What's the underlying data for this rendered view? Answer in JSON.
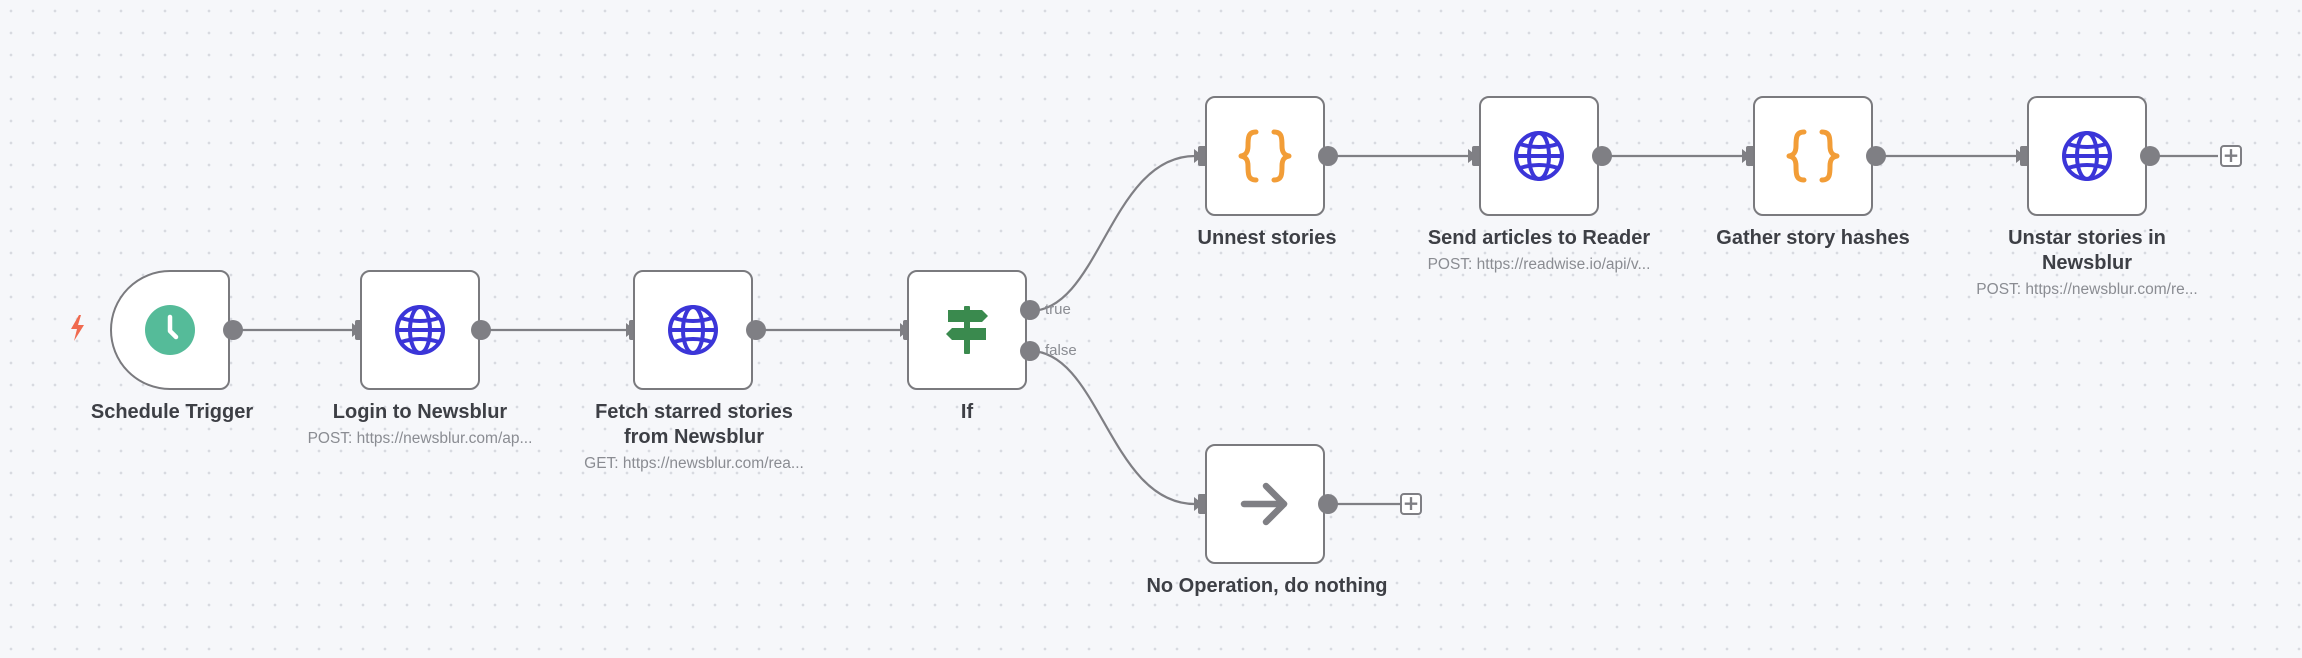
{
  "nodes": {
    "schedule": {
      "title": "Schedule Trigger",
      "icon": "clock-icon",
      "color": "#55bb99"
    },
    "login": {
      "title": "Login to Newsblur",
      "subtitle": "POST: https://newsblur.com/ap...",
      "icon": "globe-icon",
      "color": "#3b35d8"
    },
    "fetch": {
      "title_line1": "Fetch starred stories",
      "title_line2": "from Newsblur",
      "subtitle": "GET: https://newsblur.com/rea...",
      "icon": "globe-icon",
      "color": "#3b35d8"
    },
    "if": {
      "title": "If",
      "icon": "signpost-icon",
      "color": "#3a8a4e",
      "true_label": "true",
      "false_label": "false"
    },
    "unnest": {
      "title": "Unnest stories",
      "icon": "braces-icon",
      "color": "#f29d37"
    },
    "send": {
      "title": "Send articles to Reader",
      "subtitle": "POST: https://readwise.io/api/v...",
      "icon": "globe-icon",
      "color": "#3b35d8"
    },
    "gather": {
      "title": "Gather story hashes",
      "icon": "braces-icon",
      "color": "#f29d37"
    },
    "unstar": {
      "title_line1": "Unstar stories in",
      "title_line2": "Newsblur",
      "subtitle": "POST: https://newsblur.com/re...",
      "icon": "globe-icon",
      "color": "#3b35d8"
    },
    "noop": {
      "title": "No Operation, do nothing",
      "icon": "arrow-right-icon",
      "color": "#7f7f84"
    }
  },
  "colors": {
    "trigger_bolt": "#f06a4f",
    "connector": "#7f7f84"
  }
}
